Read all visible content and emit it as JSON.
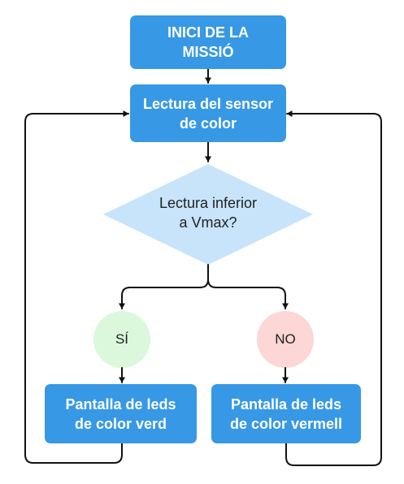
{
  "nodes": {
    "start": {
      "line1": "INICI DE LA",
      "line2": "MISSIÓ"
    },
    "read_sensor": {
      "line1": "Lectura del sensor",
      "line2": "de color"
    },
    "decision": {
      "line1": "Lectura inferior",
      "line2": "a Vmax?"
    },
    "yes": {
      "label": "SÍ"
    },
    "no": {
      "label": "NO"
    },
    "green_leds": {
      "line1": "Pantalla de leds",
      "line2": "de color verd"
    },
    "red_leds": {
      "line1": "Pantalla de leds",
      "line2": "de color vermell"
    }
  },
  "colors": {
    "process_box": "#3798e5",
    "process_text": "#ffffff",
    "decision_fill": "#c7e4fb",
    "yes_fill": "#dbf8dc",
    "no_fill": "#fdd6d6",
    "connector": "#111111"
  }
}
